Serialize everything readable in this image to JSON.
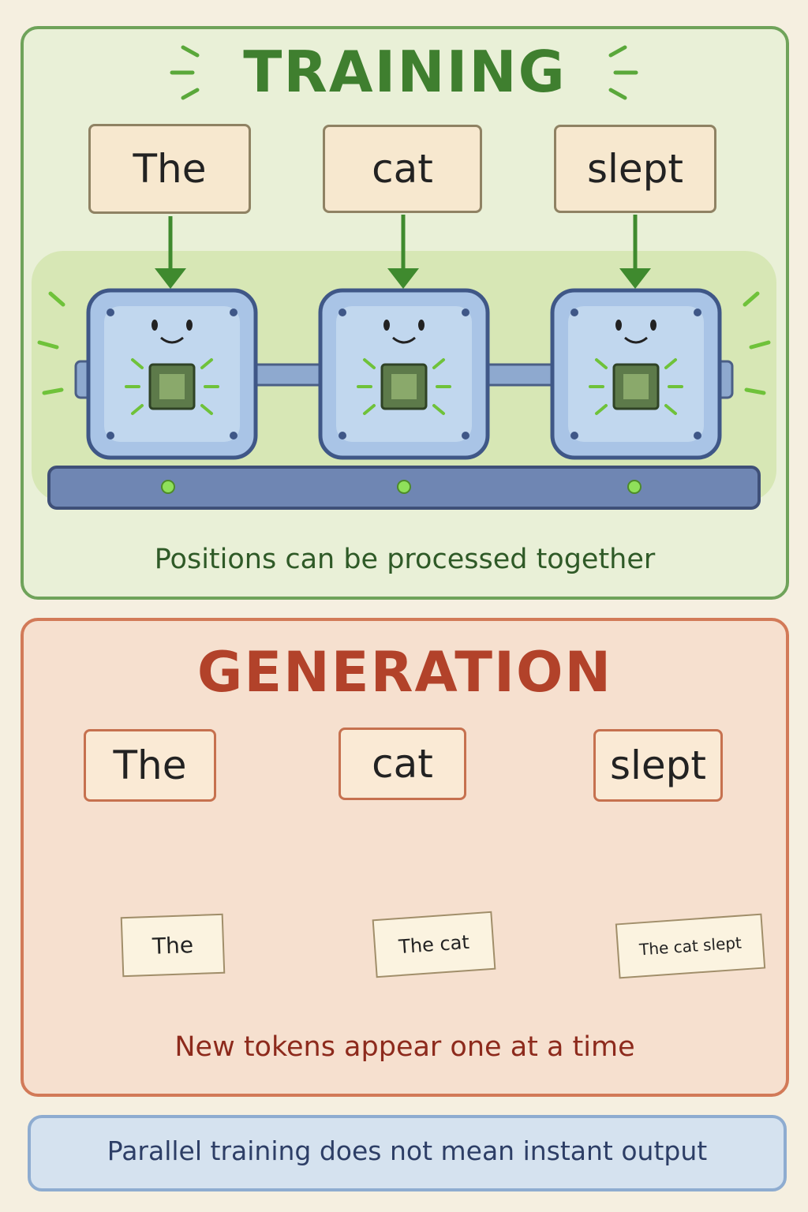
{
  "training": {
    "title": "TRAINING",
    "tokens": [
      "The",
      "cat",
      "slept"
    ],
    "caption": "Positions can be processed together"
  },
  "generation": {
    "title": "GENERATION",
    "tokens": [
      "The",
      "cat",
      "slept"
    ],
    "notes": [
      "The",
      "The cat",
      "The cat slept"
    ],
    "caption": "New tokens appear one at a time"
  },
  "footer": {
    "text": "Parallel training does not mean instant output"
  },
  "colors": {
    "training_accent": "#3f7f2f",
    "generation_accent": "#b2422a",
    "footer_accent": "#2d3e66"
  }
}
